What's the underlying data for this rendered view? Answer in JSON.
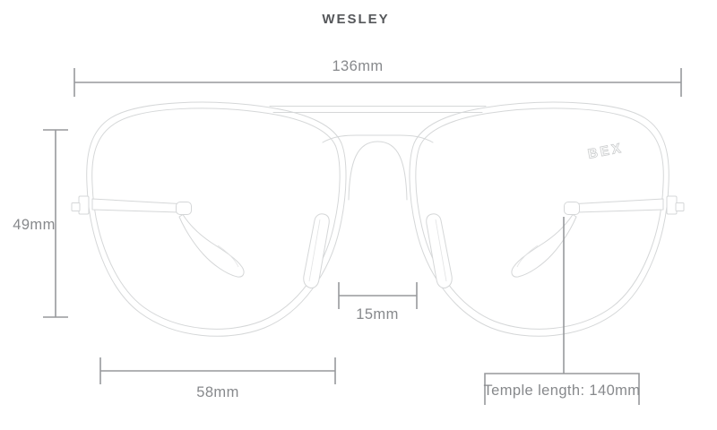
{
  "title": "WESLEY",
  "brand_logo": "BEX",
  "measurements": {
    "frame_width": "136mm",
    "lens_height": "49mm",
    "bridge_width": "15mm",
    "lens_width": "58mm",
    "temple_length": "Temple length: 140mm"
  },
  "colors": {
    "background": "#ffffff",
    "frame_outline": "#d5d7d8",
    "dimension_line": "#97999c",
    "dimension_text": "#87898c",
    "title_text": "#56585b",
    "logo_outline": "#cbcdce"
  }
}
